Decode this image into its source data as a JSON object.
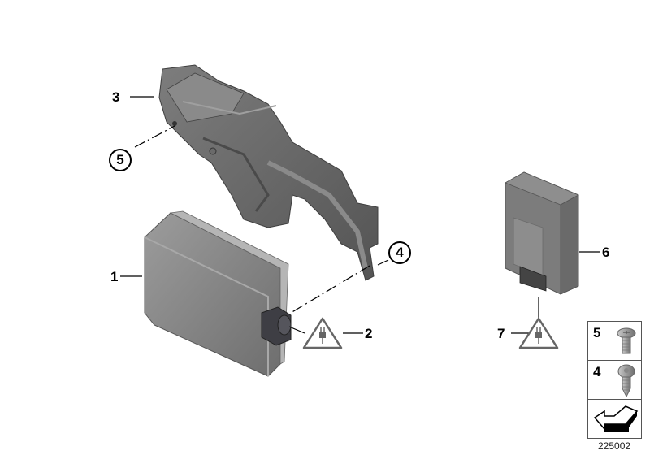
{
  "diagram": {
    "type": "exploded parts diagram",
    "document_number": "225002",
    "callouts": [
      {
        "id": "1",
        "label": "1",
        "style": "plain",
        "part": "control module housing"
      },
      {
        "id": "2",
        "label": "2",
        "style": "plain",
        "part": "connector (plug warning symbol)"
      },
      {
        "id": "3",
        "label": "3",
        "style": "plain",
        "part": "mounting bracket"
      },
      {
        "id": "4",
        "label": "4",
        "style": "circled",
        "part": "screw (self-tapping)"
      },
      {
        "id": "5",
        "label": "5",
        "style": "circled",
        "part": "screw (machine)"
      },
      {
        "id": "6",
        "label": "6",
        "style": "plain",
        "part": "control unit"
      },
      {
        "id": "7",
        "label": "7",
        "style": "plain",
        "part": "connector (plug warning symbol)"
      }
    ],
    "legend": {
      "items": [
        {
          "label": "5",
          "icon": "machine-screw-icon"
        },
        {
          "label": "4",
          "icon": "tapping-screw-icon"
        },
        {
          "label": "",
          "icon": "direction-arrow-icon"
        }
      ]
    },
    "colors": {
      "background": "#ffffff",
      "part_dark": "#5e5e5e",
      "part_mid": "#7a7a7a",
      "part_light": "#9a9a9a",
      "line": "#000000"
    }
  }
}
